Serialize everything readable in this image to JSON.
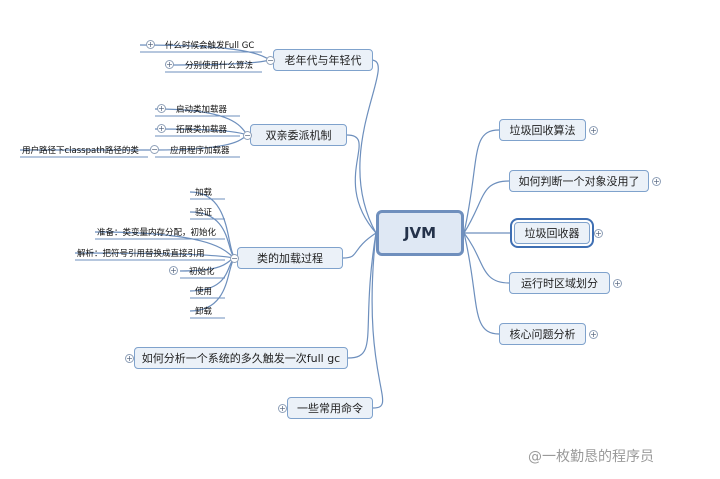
{
  "root": {
    "label": "JVM"
  },
  "left_branches": [
    {
      "label": "老年代与年轻代",
      "children": [
        "什么时候会触发Full GC",
        "分别使用什么算法"
      ]
    },
    {
      "label": "双亲委派机制",
      "children": [
        "启动类加载器",
        "拓展类加载器",
        "应用程序加载器"
      ],
      "note": "用户路径下classpath路径的类"
    },
    {
      "label": "类的加载过程",
      "children": [
        "加载",
        "验证",
        "准备：类变量内存分配，初始化",
        "解析：把符号引用替换成直接引用",
        "初始化",
        "使用",
        "卸载"
      ]
    },
    {
      "label": "如何分析一个系统的多久触发一次full gc",
      "children": []
    },
    {
      "label": "一些常用命令",
      "children": []
    }
  ],
  "right_branches": [
    {
      "label": "垃圾回收算法"
    },
    {
      "label": "如何判断一个对象没用了"
    },
    {
      "label": "垃圾回收器"
    },
    {
      "label": "运行时区域划分"
    },
    {
      "label": "核心问题分析"
    }
  ],
  "toggles": {
    "expand": "+",
    "collapse": "−"
  },
  "watermark": "@一枚勤恳的程序员",
  "colors": {
    "line": "#6d8fbd",
    "node_fill": "#ebf1f8",
    "node_border": "#7fa2cc",
    "root_border": "#6f8fbd"
  }
}
